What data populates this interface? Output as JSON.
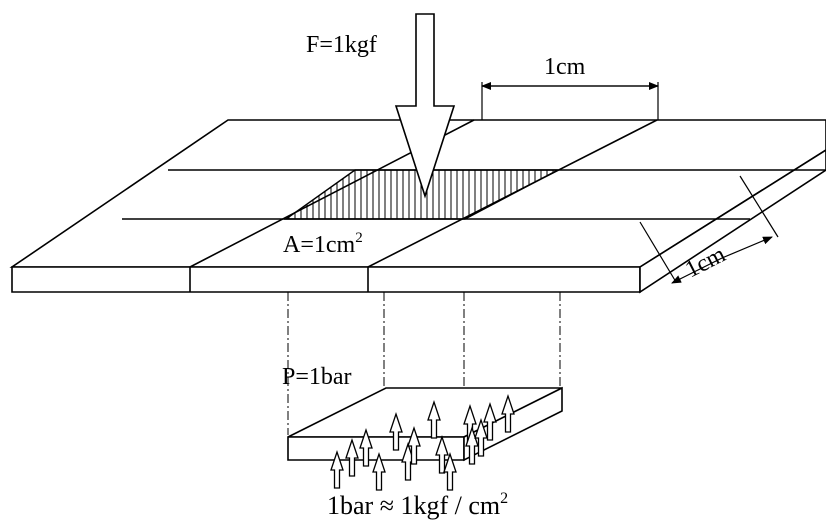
{
  "labels": {
    "force": "F=1kgf",
    "width_dim": "1cm",
    "depth_dim": "1cm",
    "area": "A=1cm",
    "area_exp": "2",
    "pressure": "P=1bar",
    "formula": "1bar ≈ 1kgf / cm",
    "formula_exp": "2"
  }
}
